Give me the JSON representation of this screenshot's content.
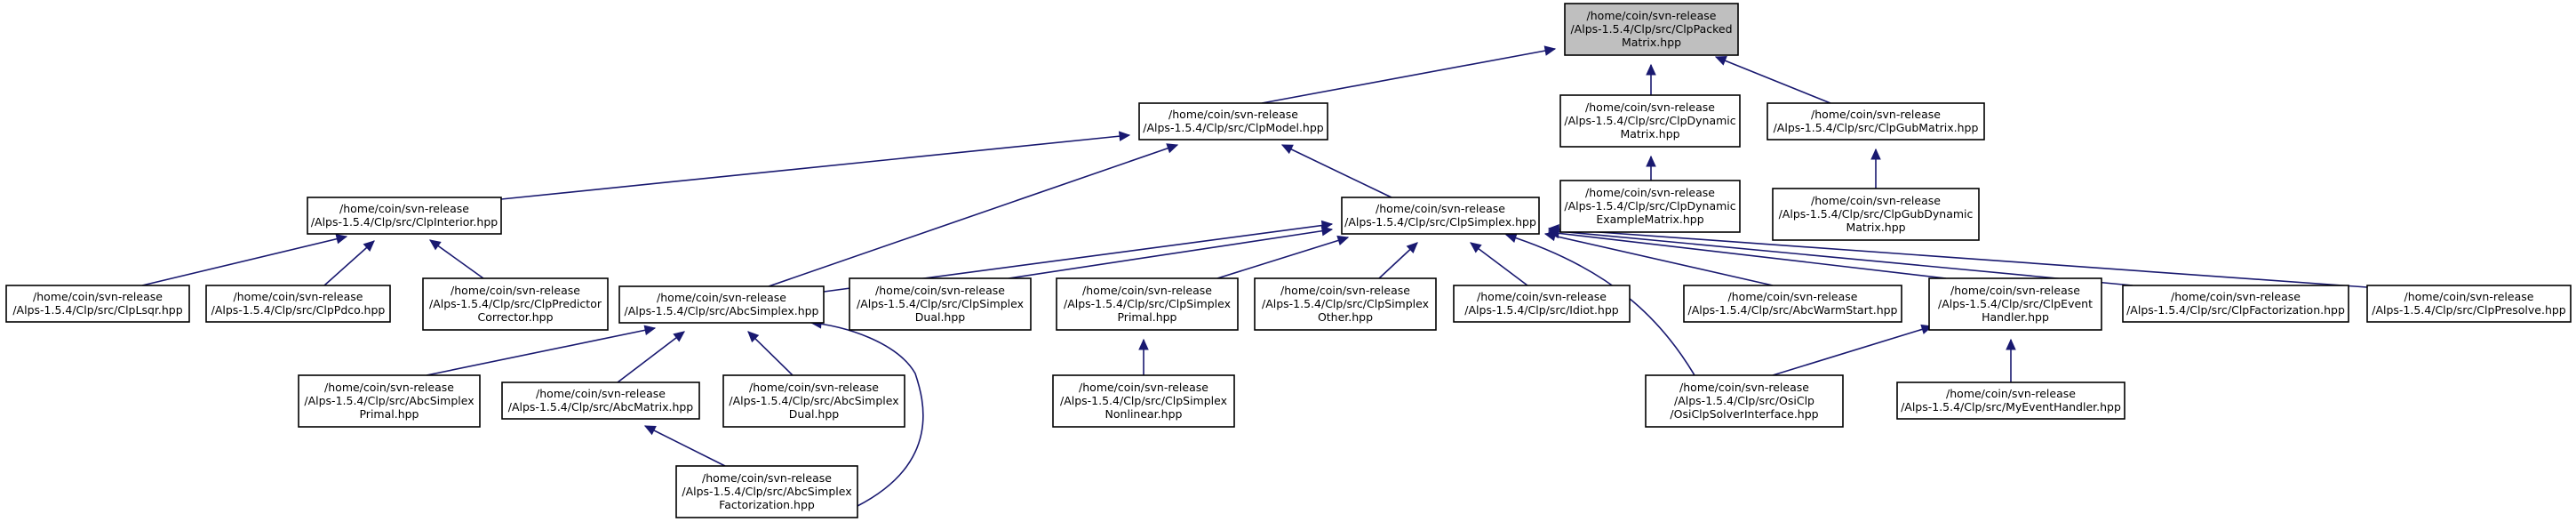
{
  "diagram": {
    "type": "include-dependency-graph",
    "colors": {
      "edge": "#191970",
      "root_fill": "#bfbfbf",
      "node_fill": "#ffffff",
      "border": "#000000"
    },
    "nodes": [
      {
        "id": "ClpPackedMatrix",
        "root": true,
        "lines": [
          "/home/coin/svn-release",
          "/Alps-1.5.4/Clp/src/ClpPacked",
          "Matrix.hpp"
        ]
      },
      {
        "id": "ClpModel",
        "lines": [
          "/home/coin/svn-release",
          "/Alps-1.5.4/Clp/src/ClpModel.hpp"
        ]
      },
      {
        "id": "ClpDynamicMatrix",
        "lines": [
          "/home/coin/svn-release",
          "/Alps-1.5.4/Clp/src/ClpDynamic",
          "Matrix.hpp"
        ]
      },
      {
        "id": "ClpGubMatrix",
        "lines": [
          "/home/coin/svn-release",
          "/Alps-1.5.4/Clp/src/ClpGubMatrix.hpp"
        ]
      },
      {
        "id": "ClpDynamicExampleMatrix",
        "lines": [
          "/home/coin/svn-release",
          "/Alps-1.5.4/Clp/src/ClpDynamic",
          "ExampleMatrix.hpp"
        ]
      },
      {
        "id": "ClpGubDynamicMatrix",
        "lines": [
          "/home/coin/svn-release",
          "/Alps-1.5.4/Clp/src/ClpGubDynamic",
          "Matrix.hpp"
        ]
      },
      {
        "id": "ClpInterior",
        "lines": [
          "/home/coin/svn-release",
          "/Alps-1.5.4/Clp/src/ClpInterior.hpp"
        ]
      },
      {
        "id": "ClpSimplex",
        "lines": [
          "/home/coin/svn-release",
          "/Alps-1.5.4/Clp/src/ClpSimplex.hpp"
        ]
      },
      {
        "id": "ClpLsqr",
        "lines": [
          "/home/coin/svn-release",
          "/Alps-1.5.4/Clp/src/ClpLsqr.hpp"
        ]
      },
      {
        "id": "ClpPdco",
        "lines": [
          "/home/coin/svn-release",
          "/Alps-1.5.4/Clp/src/ClpPdco.hpp"
        ]
      },
      {
        "id": "ClpPredictorCorrector",
        "lines": [
          "/home/coin/svn-release",
          "/Alps-1.5.4/Clp/src/ClpPredictor",
          "Corrector.hpp"
        ]
      },
      {
        "id": "AbcSimplex",
        "lines": [
          "/home/coin/svn-release",
          "/Alps-1.5.4/Clp/src/AbcSimplex.hpp"
        ]
      },
      {
        "id": "ClpSimplexDual",
        "lines": [
          "/home/coin/svn-release",
          "/Alps-1.5.4/Clp/src/ClpSimplex",
          "Dual.hpp"
        ]
      },
      {
        "id": "ClpSimplexPrimal",
        "lines": [
          "/home/coin/svn-release",
          "/Alps-1.5.4/Clp/src/ClpSimplex",
          "Primal.hpp"
        ]
      },
      {
        "id": "ClpSimplexOther",
        "lines": [
          "/home/coin/svn-release",
          "/Alps-1.5.4/Clp/src/ClpSimplex",
          "Other.hpp"
        ]
      },
      {
        "id": "Idiot",
        "lines": [
          "/home/coin/svn-release",
          "/Alps-1.5.4/Clp/src/Idiot.hpp"
        ]
      },
      {
        "id": "AbcWarmStart",
        "lines": [
          "/home/coin/svn-release",
          "/Alps-1.5.4/Clp/src/AbcWarmStart.hpp"
        ]
      },
      {
        "id": "ClpEventHandler",
        "lines": [
          "/home/coin/svn-release",
          "/Alps-1.5.4/Clp/src/ClpEvent",
          "Handler.hpp"
        ]
      },
      {
        "id": "ClpFactorization",
        "lines": [
          "/home/coin/svn-release",
          "/Alps-1.5.4/Clp/src/ClpFactorization.hpp"
        ]
      },
      {
        "id": "ClpPresolve",
        "lines": [
          "/home/coin/svn-release",
          "/Alps-1.5.4/Clp/src/ClpPresolve.hpp"
        ]
      },
      {
        "id": "AbcSimplexPrimal",
        "lines": [
          "/home/coin/svn-release",
          "/Alps-1.5.4/Clp/src/AbcSimplex",
          "Primal.hpp"
        ]
      },
      {
        "id": "AbcMatrix",
        "lines": [
          "/home/coin/svn-release",
          "/Alps-1.5.4/Clp/src/AbcMatrix.hpp"
        ]
      },
      {
        "id": "AbcSimplexDual",
        "lines": [
          "/home/coin/svn-release",
          "/Alps-1.5.4/Clp/src/AbcSimplex",
          "Dual.hpp"
        ]
      },
      {
        "id": "ClpSimplexNonlinear",
        "lines": [
          "/home/coin/svn-release",
          "/Alps-1.5.4/Clp/src/ClpSimplex",
          "Nonlinear.hpp"
        ]
      },
      {
        "id": "OsiClpSolverInterface",
        "lines": [
          "/home/coin/svn-release",
          "/Alps-1.5.4/Clp/src/OsiClp",
          "/OsiClpSolverInterface.hpp"
        ]
      },
      {
        "id": "MyEventHandler",
        "lines": [
          "/home/coin/svn-release",
          "/Alps-1.5.4/Clp/src/MyEventHandler.hpp"
        ]
      },
      {
        "id": "AbcSimplexFactorization",
        "lines": [
          "/home/coin/svn-release",
          "/Alps-1.5.4/Clp/src/AbcSimplex",
          "Factorization.hpp"
        ]
      }
    ],
    "edges": [
      {
        "from": "ClpModel",
        "to": "ClpPackedMatrix"
      },
      {
        "from": "ClpDynamicMatrix",
        "to": "ClpPackedMatrix"
      },
      {
        "from": "ClpGubMatrix",
        "to": "ClpPackedMatrix"
      },
      {
        "from": "ClpDynamicExampleMatrix",
        "to": "ClpDynamicMatrix"
      },
      {
        "from": "ClpGubDynamicMatrix",
        "to": "ClpGubMatrix"
      },
      {
        "from": "ClpInterior",
        "to": "ClpModel"
      },
      {
        "from": "AbcSimplex",
        "to": "ClpModel"
      },
      {
        "from": "ClpSimplex",
        "to": "ClpModel"
      },
      {
        "from": "ClpLsqr",
        "to": "ClpInterior"
      },
      {
        "from": "ClpPdco",
        "to": "ClpInterior"
      },
      {
        "from": "ClpPredictorCorrector",
        "to": "ClpInterior"
      },
      {
        "from": "AbcSimplex",
        "to": "ClpSimplex"
      },
      {
        "from": "ClpSimplexDual",
        "to": "ClpSimplex"
      },
      {
        "from": "ClpSimplexPrimal",
        "to": "ClpSimplex"
      },
      {
        "from": "ClpSimplexOther",
        "to": "ClpSimplex"
      },
      {
        "from": "Idiot",
        "to": "ClpSimplex"
      },
      {
        "from": "OsiClpSolverInterface",
        "to": "ClpSimplex"
      },
      {
        "from": "AbcWarmStart",
        "to": "ClpSimplex"
      },
      {
        "from": "ClpEventHandler",
        "to": "ClpSimplex"
      },
      {
        "from": "ClpFactorization",
        "to": "ClpSimplex"
      },
      {
        "from": "ClpPresolve",
        "to": "ClpSimplex"
      },
      {
        "from": "AbcSimplexPrimal",
        "to": "AbcSimplex"
      },
      {
        "from": "AbcMatrix",
        "to": "AbcSimplex"
      },
      {
        "from": "AbcSimplexDual",
        "to": "AbcSimplex"
      },
      {
        "from": "AbcSimplexFactorization",
        "to": "AbcSimplex"
      },
      {
        "from": "AbcSimplexFactorization",
        "to": "AbcMatrix"
      },
      {
        "from": "ClpSimplexNonlinear",
        "to": "ClpSimplexPrimal"
      },
      {
        "from": "OsiClpSolverInterface",
        "to": "ClpEventHandler"
      },
      {
        "from": "MyEventHandler",
        "to": "ClpEventHandler"
      }
    ]
  }
}
